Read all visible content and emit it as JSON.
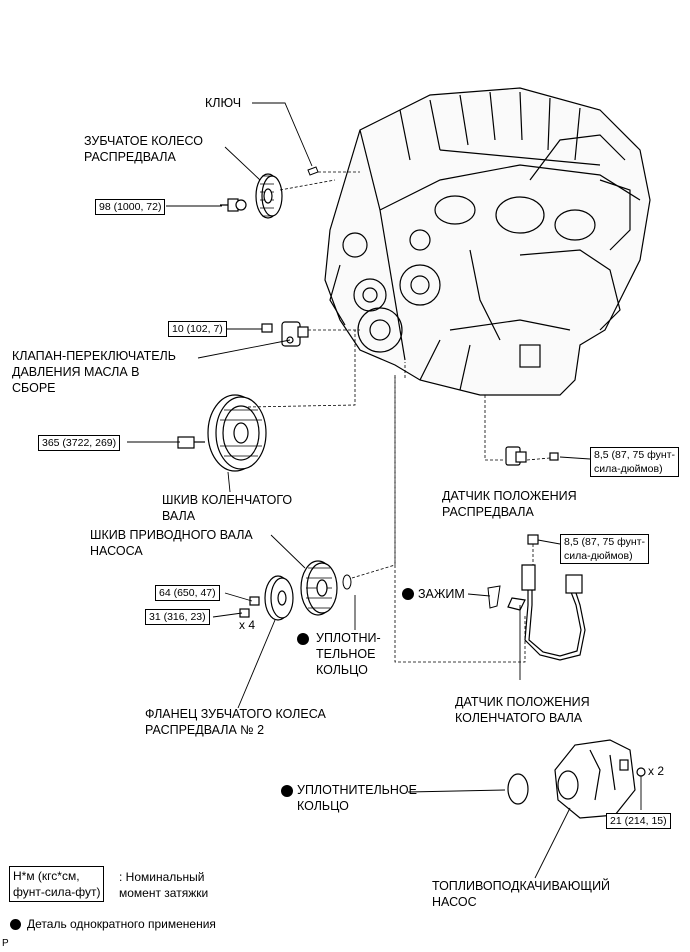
{
  "labels": {
    "key": "КЛЮЧ",
    "camshaft_gear": "ЗУБЧАТОЕ КОЛЕСО\nРАСПРЕДВАЛА",
    "oil_pressure_switch": "КЛАПАН-ПЕРЕКЛЮЧАТЕЛЬ\nДАВЛЕНИЯ МАСЛА В\nСБОРЕ",
    "crank_pulley": "ШКИВ КОЛЕНЧАТОГО\nВАЛА",
    "pump_drive_pulley": "ШКИВ ПРИВОДНОГО ВАЛА\nНАСОСА",
    "o_ring_1": "УПЛОТНИ-\nТЕЛЬНОЕ\nКОЛЬЦО",
    "clamp": "ЗАЖИМ",
    "cam_position_sensor": "ДАТЧИК ПОЛОЖЕНИЯ\nРАСПРЕДВАЛА",
    "crank_position_sensor": "ДАТЧИК ПОЛОЖЕНИЯ\nКОЛЕНЧАТОГО ВАЛА",
    "flange": "ФЛАНЕЦ ЗУБЧАТОГО КОЛЕСА\nРАСПРЕДВАЛА № 2",
    "o_ring_2": "УПЛОТНИТЕЛЬНОЕ\nКОЛЬЦО",
    "fuel_pump": "ТОПЛИВОПОДКАЧИВАЮЩИЙ\nНАСОС"
  },
  "torques": {
    "camshaft_bolt": "98 (1000, 72)",
    "oil_switch": "10 (102, 7)",
    "crank_bolt": "365 (3722, 269)",
    "cam_sensor": "8,5 (87, 75 фунт-\nсила-дюймов)",
    "crank_sensor": "8,5 (87, 75 фунт-\nсила-дюймов)",
    "flange_64": "64 (650, 47)",
    "flange_31": "31 (316, 23)",
    "pump": "21 (214, 15)"
  },
  "multipliers": {
    "flange": "x 4",
    "pump": "x 2"
  },
  "legend": {
    "torque_units": "Н*м (кгс*см,\nфунт-сила-фут)",
    "torque_desc": ": Номинальный\nмомент затяжки",
    "non_reusable": "Деталь однократного применения"
  },
  "corner_mark": "P"
}
